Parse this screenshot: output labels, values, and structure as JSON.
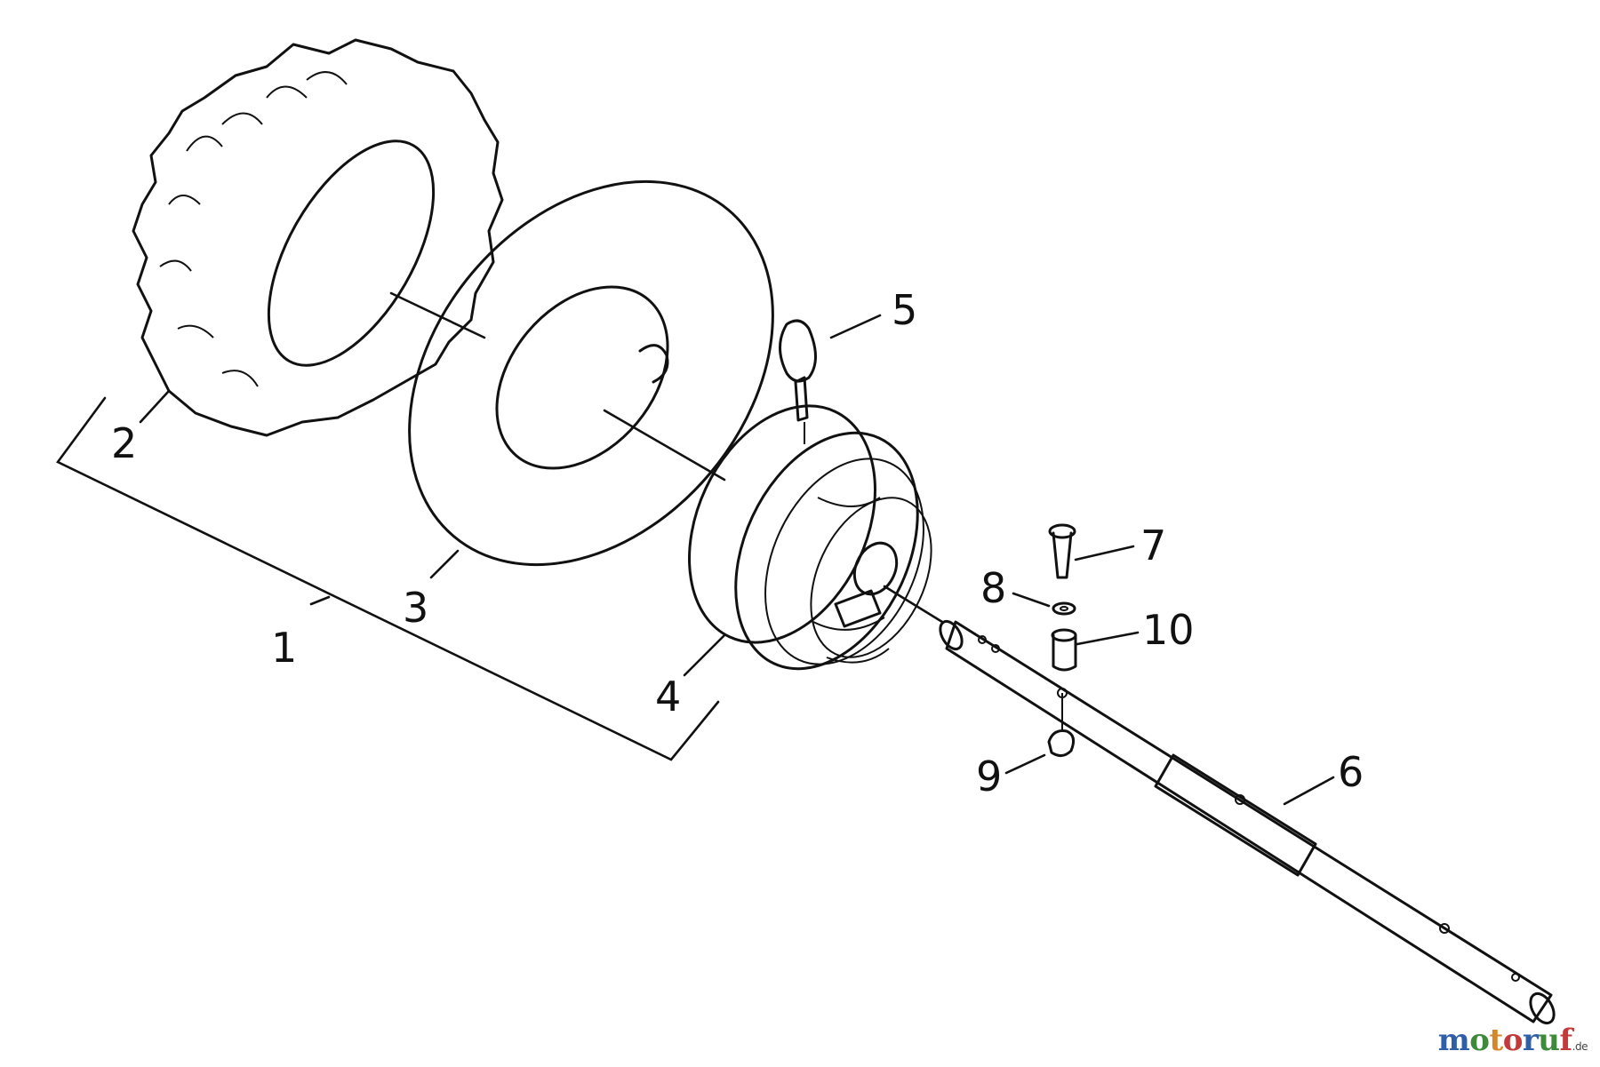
{
  "diagram": {
    "callouts": [
      {
        "id": "1",
        "label": "1"
      },
      {
        "id": "2",
        "label": "2"
      },
      {
        "id": "3",
        "label": "3"
      },
      {
        "id": "4",
        "label": "4"
      },
      {
        "id": "5",
        "label": "5"
      },
      {
        "id": "6",
        "label": "6"
      },
      {
        "id": "7",
        "label": "7"
      },
      {
        "id": "8",
        "label": "8"
      },
      {
        "id": "9",
        "label": "9"
      },
      {
        "id": "10",
        "label": "10"
      }
    ]
  },
  "watermark": {
    "brand_letters": [
      "m",
      "o",
      "t",
      "o",
      "r",
      "u",
      "f"
    ],
    "brand_colors": [
      "#2f5fa8",
      "#3c8a3a",
      "#d4872a",
      "#c23a3a",
      "#2f5fa8",
      "#3c8a3a",
      "#c23a3a"
    ],
    "suffix": ".de"
  }
}
